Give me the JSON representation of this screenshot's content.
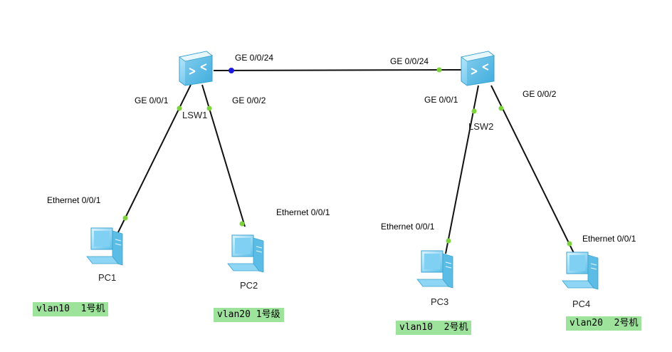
{
  "diagram": {
    "switches": [
      {
        "id": "lsw1",
        "label": "LSW1"
      },
      {
        "id": "lsw2",
        "label": "LSW2"
      }
    ],
    "pcs": [
      {
        "id": "pc1",
        "label": "PC1"
      },
      {
        "id": "pc2",
        "label": "PC2"
      },
      {
        "id": "pc3",
        "label": "PC3"
      },
      {
        "id": "pc4",
        "label": "PC4"
      }
    ],
    "ports": {
      "lsw1_ge24": "GE 0/0/24",
      "lsw2_ge24": "GE 0/0/24",
      "lsw1_ge1": "GE 0/0/1",
      "lsw1_ge2": "GE 0/0/2",
      "lsw2_ge1": "GE 0/0/1",
      "lsw2_ge2": "GE 0/0/2",
      "pc1_eth": "Ethernet 0/0/1",
      "pc2_eth": "Ethernet 0/0/1",
      "pc3_eth": "Ethernet 0/0/1",
      "pc4_eth": "Ethernet 0/0/1"
    },
    "vlan_tags": {
      "pc1": "vlan10  1号机",
      "pc2": "vlan20 1号级",
      "pc3": "vlan10  2号机",
      "pc4": "vlan20  2号机"
    },
    "colors": {
      "link": "#111111",
      "port_dot": "#7bd23a",
      "port_dot_active": "#1a1adf",
      "tag_bg": "#9ee39b"
    }
  }
}
